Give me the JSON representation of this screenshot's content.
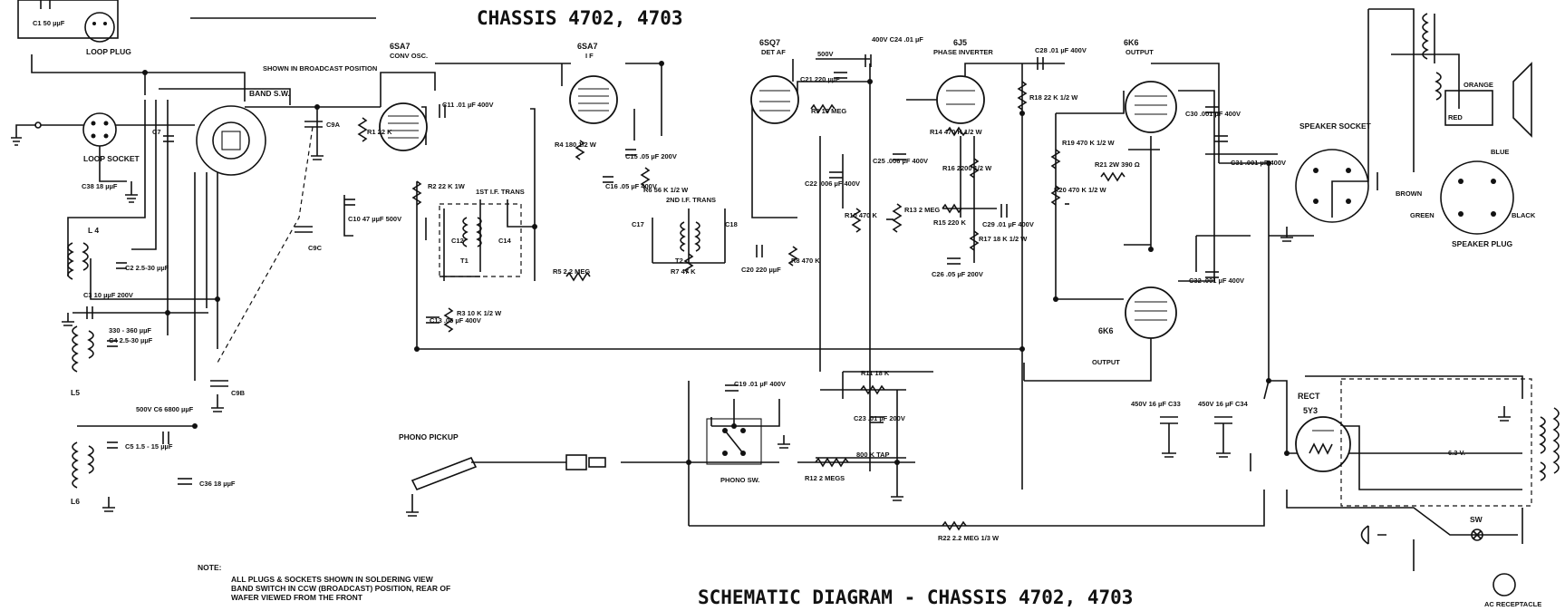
{
  "header": {
    "title_top": "CHASSIS 4702, 4703",
    "title_bottom": "SCHEMATIC DIAGRAM - CHASSIS 4702, 4703"
  },
  "note": {
    "label": "NOTE:",
    "line1": "ALL PLUGS & SOCKETS SHOWN IN SOLDERING VIEW",
    "line2": "BAND SWITCH IN CCW (BROADCAST) POSITION, REAR OF",
    "line3": "WAFER VIEWED FROM THE FRONT"
  },
  "tubes": {
    "osc": {
      "name": "6SA7",
      "role": "CONV OSC."
    },
    "if": {
      "name": "6SA7",
      "role": "I F"
    },
    "det": {
      "name": "6SQ7",
      "role": "DET AF"
    },
    "inv": {
      "name": "6J5",
      "role": "PHASE INVERTER"
    },
    "out1": {
      "name": "6K6",
      "role": "OUTPUT"
    },
    "out2": {
      "name": "6K6",
      "role": "OUTPUT"
    },
    "rect": {
      "name": "5Y3",
      "role": "RECT"
    }
  },
  "labels": {
    "loop_plug": "LOOP PLUG",
    "loop_plug_cap": "C1 50 µµF",
    "loop_socket": "LOOP SOCKET",
    "c38": "C38 18 µµF",
    "band_sw": "BAND S.W.",
    "broadcast_pos": "SHOWN IN BROADCAST POSITION",
    "first_if": "1ST I.F. TRANS",
    "second_if": "2ND I.F. TRANS",
    "speaker_socket": "SPEAKER SOCKET",
    "speaker_plug": "SPEAKER PLUG",
    "phono_pickup": "PHONO PICKUP",
    "phono_sw": "PHONO SW.",
    "sw": "SW",
    "ac_receptacle": "AC RECEPTACLE",
    "tap": "800 K TAP",
    "r12": "R12 2 MEGS",
    "heater": "6.3 V.",
    "brown": "BROWN",
    "green": "GREEN",
    "black": "BLACK",
    "red": "RED",
    "orange": "ORANGE",
    "blue": "BLUE"
  },
  "components": {
    "l4": "L 4",
    "l5": "L5",
    "l6": "L6",
    "c2": "C2 2.5-30 µµF",
    "c3": "C3 10 µµF 200V",
    "c4": "C4 2.5-30 µµF",
    "c4b": "330 - 360 µµF",
    "c5": "C5 1.5 - 15 µµF",
    "c6": "500V C6 6800 µµF",
    "c36": "C36 18 µµF",
    "c7": "C7",
    "c9a": "C9A",
    "c9b": "C9B",
    "c9c": "C9C",
    "c10": "C10 47 µµF 500V",
    "c11": "C11 .01 µF 400V",
    "r1": "R1 22 K",
    "r2": "R2 22 K 1W",
    "r3": "R3 10 K 1/2 W",
    "c13": "C13 .05 µF 400V",
    "c12": "C12",
    "c14": "C14",
    "t1": "T1",
    "t2": "T2",
    "r4": "R4 180 1/2 W",
    "c15": "C15 .05 µF 200V",
    "c16": "C16 .05 µF 400V",
    "r6": "R6 56 K 1/2 W",
    "c17": "C17",
    "c18": "C18",
    "r5": "R5 2.2 MEG",
    "r7": "R7 47 K",
    "c20": "C20 220 µµF",
    "r8": "R8 470 K",
    "c21": "C21 220 µµF",
    "r9": "R9 10 MEG",
    "c22": "C22 .006 µF 400V",
    "c24": "400V C24 .01 µF",
    "v500": "500V",
    "r10": "R10 470 K",
    "c25": "C25 .006 µF 400V",
    "r13": "R13 2 MEG",
    "r11": "R11 18 K",
    "c23": "C23 .01 µF 200V",
    "c19": "C19 .01 µF 400V",
    "r14": "R14 470 K 1/2 W",
    "r16": "R16 2200 1/2 W",
    "r15": "R15 220 K",
    "c26": "C26 .05 µF 200V",
    "r17": "R17 18 K 1/2 W",
    "c29": "C29 .01 µF 400V",
    "c28": "C28 .01 µF 400V",
    "r18": "R18 22 K 1/2 W",
    "r19": "R19 470 K 1/2 W",
    "r20": "R20 470 K 1/2 W",
    "r21": "R21 2W 390 Ω",
    "c30": "C30 .001 µF 400V",
    "c31": "C31 .001 µF 400V",
    "c32": "C32 .001 µF 400V",
    "c33": "450V 16 µF C33",
    "c34": "450V 16 µF C34",
    "r22": "R22 2.2 MEG 1/3 W"
  }
}
